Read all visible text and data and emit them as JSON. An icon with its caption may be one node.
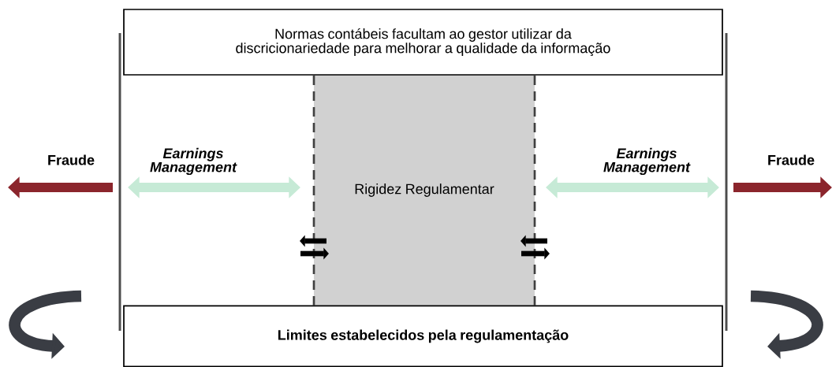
{
  "diagram": {
    "nodes": [
      {
        "text": [
          "Normas contábeis facultam ao gestor utilizar da discricionariedade para melhorar a qualidade da informação"
        ]
      },
      {
        "text": [
          "Rigidez Regulamentar"
        ]
      },
      {
        "text": [
          "Limites estabelecidos pela regulamentação"
        ]
      }
    ],
    "edges": [],
    "labels": [
      "Fraude",
      "Earnings Management",
      "Earnings Management",
      "Fraude"
    ]
  }
}
